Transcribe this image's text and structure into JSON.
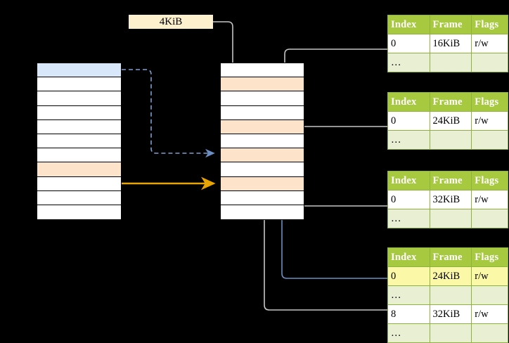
{
  "diagram": {
    "title": "Multi-level page table address translation",
    "background": "#000000",
    "size_label": {
      "text": "4KiB",
      "fill": "#fdf0cd"
    },
    "colors": {
      "header_green": "#a6c93f",
      "alt_row": "#e8efd3",
      "highlight_yellow": "#fbf8a8",
      "cell_blue": "#d9e7fb",
      "cell_orange": "#fde3ca",
      "arrow_orange": "#e8a400",
      "arrow_blue": "#6b8fc4",
      "arrow_gray": "#c8c8c8"
    }
  },
  "left_column": {
    "name": "virtual-address-space",
    "cells": [
      {
        "index": 0,
        "style": "blue"
      },
      {
        "index": 1,
        "style": "plain"
      },
      {
        "index": 2,
        "style": "plain"
      },
      {
        "index": 3,
        "style": "plain"
      },
      {
        "index": 4,
        "style": "plain"
      },
      {
        "index": 5,
        "style": "plain"
      },
      {
        "index": 6,
        "style": "plain"
      },
      {
        "index": 7,
        "style": "orange"
      },
      {
        "index": 8,
        "style": "plain"
      },
      {
        "index": 9,
        "style": "plain"
      },
      {
        "index": 10,
        "style": "plain"
      }
    ]
  },
  "middle_column": {
    "name": "physical-memory",
    "cells": [
      {
        "index": 0,
        "style": "plain"
      },
      {
        "index": 1,
        "style": "orange"
      },
      {
        "index": 2,
        "style": "plain"
      },
      {
        "index": 3,
        "style": "plain"
      },
      {
        "index": 4,
        "style": "orange"
      },
      {
        "index": 5,
        "style": "plain"
      },
      {
        "index": 6,
        "style": "orange"
      },
      {
        "index": 7,
        "style": "plain"
      },
      {
        "index": 8,
        "style": "orange"
      },
      {
        "index": 9,
        "style": "plain"
      },
      {
        "index": 10,
        "style": "plain"
      }
    ]
  },
  "tables": {
    "headers": [
      "Index",
      "Frame",
      "Flags"
    ],
    "list": [
      {
        "name": "page-table-level-1",
        "rows": [
          {
            "cells": [
              "0",
              "16KiB",
              "r/w"
            ],
            "alt": false,
            "highlight": false
          },
          {
            "cells": [
              "…",
              "",
              ""
            ],
            "alt": true,
            "highlight": false
          }
        ]
      },
      {
        "name": "page-table-level-2",
        "rows": [
          {
            "cells": [
              "0",
              "24KiB",
              "r/w"
            ],
            "alt": false,
            "highlight": false
          },
          {
            "cells": [
              "…",
              "",
              ""
            ],
            "alt": true,
            "highlight": false
          }
        ]
      },
      {
        "name": "page-table-level-3",
        "rows": [
          {
            "cells": [
              "0",
              "32KiB",
              "r/w"
            ],
            "alt": false,
            "highlight": false
          },
          {
            "cells": [
              "…",
              "",
              ""
            ],
            "alt": true,
            "highlight": false
          }
        ]
      },
      {
        "name": "page-table-level-4",
        "rows": [
          {
            "cells": [
              "0",
              "24KiB",
              "r/w"
            ],
            "alt": false,
            "highlight": true
          },
          {
            "cells": [
              "…",
              "",
              ""
            ],
            "alt": true,
            "highlight": false
          },
          {
            "cells": [
              "8",
              "32KiB",
              "r/w"
            ],
            "alt": false,
            "highlight": false
          },
          {
            "cells": [
              "…",
              "",
              ""
            ],
            "alt": true,
            "highlight": false
          }
        ]
      }
    ]
  }
}
